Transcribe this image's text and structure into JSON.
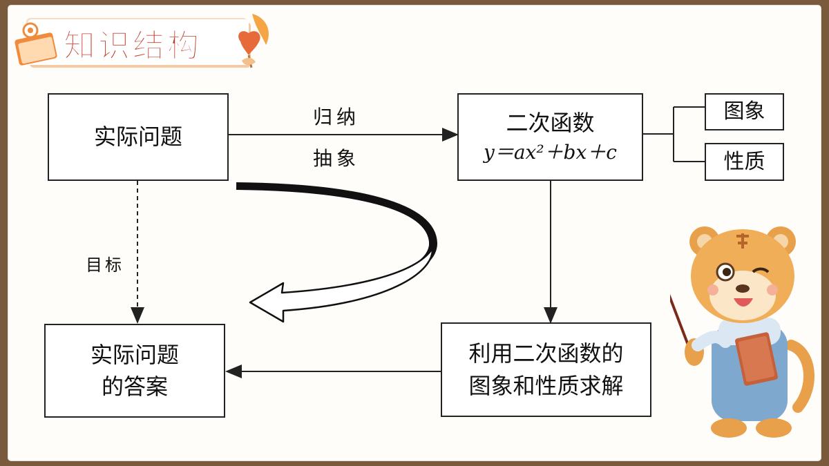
{
  "header": {
    "title": "知识结构"
  },
  "diagram": {
    "box_real_problem": "实际问题",
    "box_quadratic_title": "二次函数",
    "box_quadratic_formula": "y＝ax²＋bx＋c",
    "box_graph": "图象",
    "box_property": "性质",
    "box_answer_line1": "实际问题",
    "box_answer_line2": "的答案",
    "box_solve_line1": "利用二次函数的",
    "box_solve_line2": "图象和性质求解",
    "label_induce": "归纳",
    "label_abstract": "抽象",
    "label_goal": "目标"
  },
  "colors": {
    "title": "#c23a2a",
    "accent_orange": "#f08a3c",
    "line": "#222222"
  },
  "icons": [
    "book-icon",
    "leaf-icon",
    "tiger-mascot"
  ]
}
